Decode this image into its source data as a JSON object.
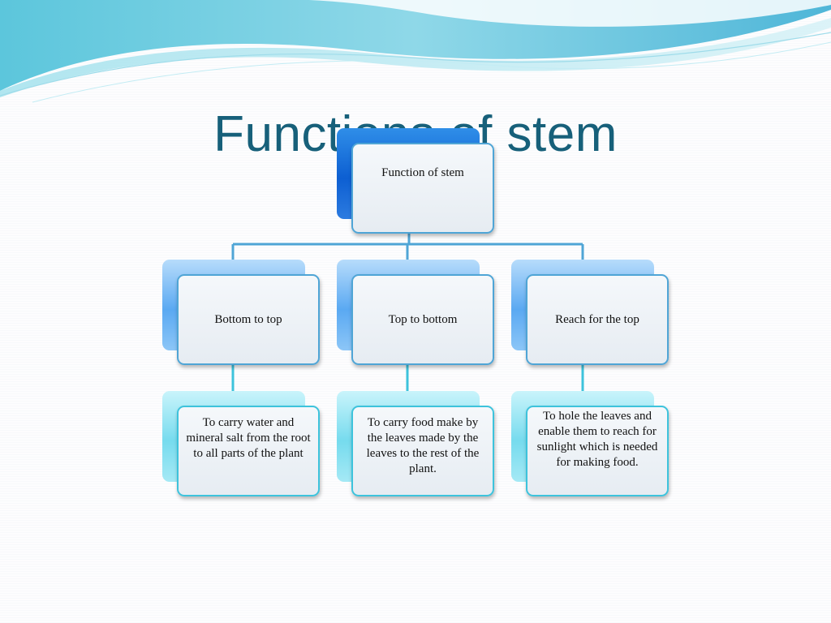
{
  "slide": {
    "title": "Functions of stem"
  },
  "diagram": {
    "root": {
      "label": "Function of stem"
    },
    "branches": [
      {
        "label": "Bottom to top",
        "detail": "To carry water and mineral salt from the root to all parts of the plant"
      },
      {
        "label": "Top to bottom",
        "detail": "To carry food make by the leaves made by the leaves to the rest of the plant."
      },
      {
        "label": "Reach for the top",
        "detail": "To hole the leaves and enable them to reach for sunlight which is needed for making food."
      }
    ]
  },
  "colors": {
    "title": "#17607a",
    "root_accent": "#0d5fd2",
    "branch_accent": "#5aa9f2",
    "leaf_accent": "#76dbee",
    "box_border": "#4fa5d6",
    "connector": "#4fa5d6",
    "leaf_connector": "#3dc3dc"
  }
}
